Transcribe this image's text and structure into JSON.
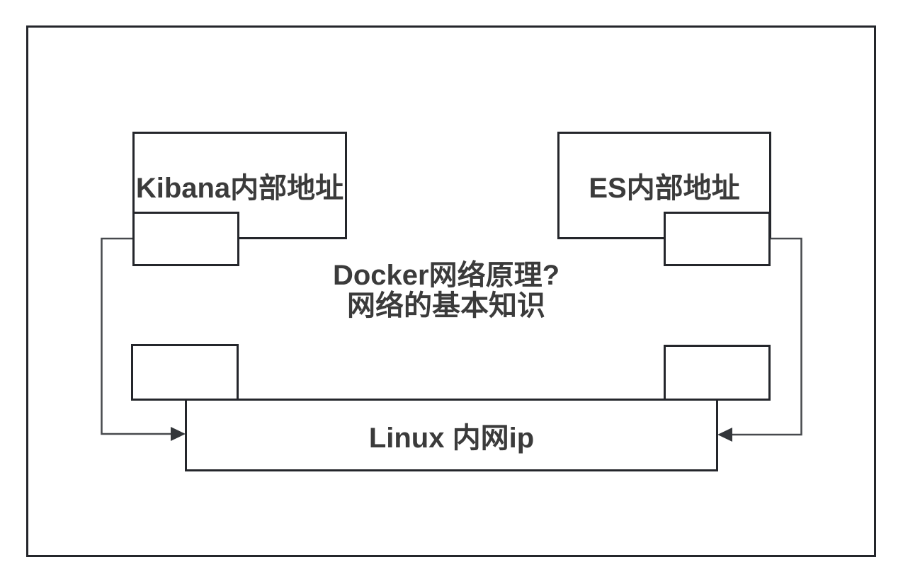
{
  "diagram": {
    "center_title": {
      "line1": "Docker网络原理?",
      "line2": "网络的基本知识"
    },
    "nodes": {
      "kibana": {
        "label": "Kibana内部地址"
      },
      "es": {
        "label": "ES内部地址"
      },
      "linux": {
        "label": "Linux 内网ip"
      }
    },
    "colors": {
      "box_border": "#24262b",
      "text": "#3b3b3b",
      "connector_line": "#47494d",
      "arrowhead": "#33363a",
      "canvas_background": "#ffffff"
    }
  }
}
